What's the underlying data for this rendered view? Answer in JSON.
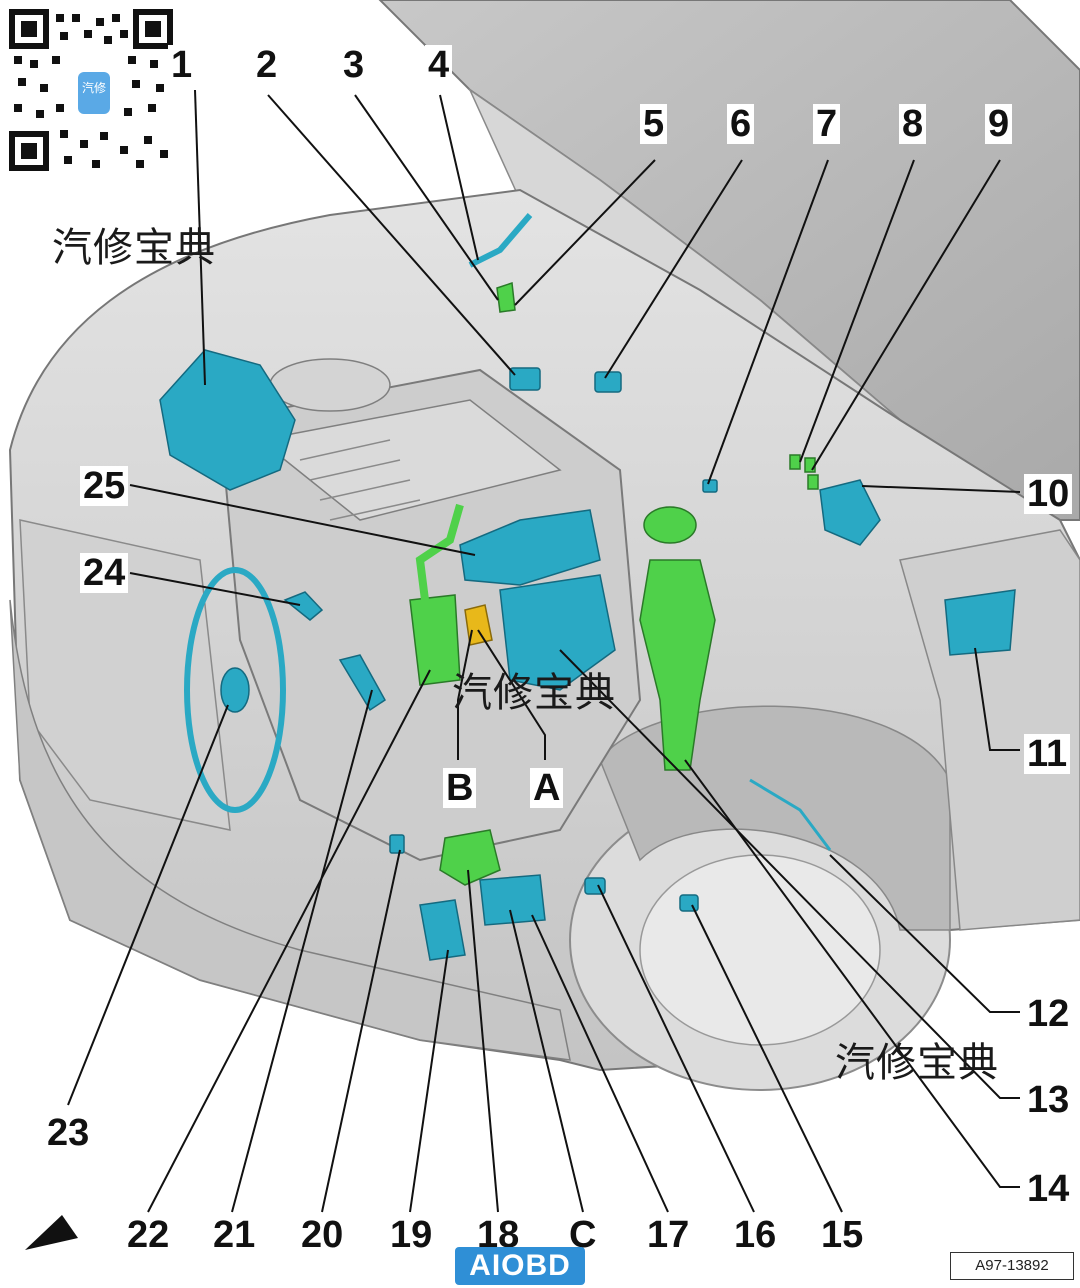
{
  "diagram": {
    "callouts": [
      "1",
      "2",
      "3",
      "4",
      "5",
      "6",
      "7",
      "8",
      "9",
      "10",
      "11",
      "12",
      "13",
      "14",
      "15",
      "16",
      "17",
      "C",
      "18",
      "19",
      "20",
      "21",
      "22",
      "23",
      "24",
      "25",
      "A",
      "B"
    ],
    "reference_code": "A97-13892",
    "watermark_text": "汽修宝典",
    "logo_text": "AIOBD",
    "qr_badge_text": "汽修"
  },
  "colors": {
    "component_blue": "#2aa9c4",
    "component_green": "#4fd14a",
    "component_yellow": "#e8b81a",
    "engine_gray": "#c9c9c9",
    "outline": "#6b6b6b",
    "logo_blue": "#2f8fd6"
  }
}
